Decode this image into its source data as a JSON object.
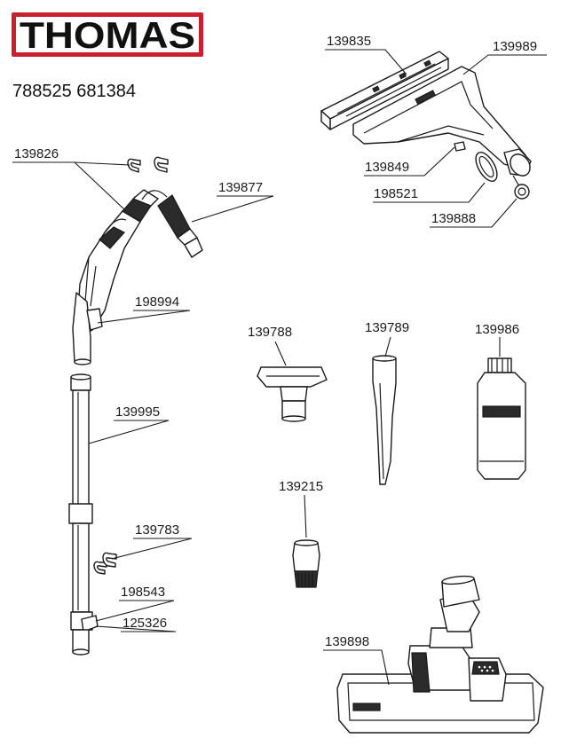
{
  "brand": {
    "logo_text": "THOMAS",
    "logo_color": "#c8202f"
  },
  "model_numbers": "788525 681384",
  "parts": {
    "p139835": "139835",
    "p139989": "139989",
    "p139849": "139849",
    "p198521": "198521",
    "p139888": "139888",
    "p139826": "139826",
    "p139877": "139877",
    "p198994": "198994",
    "p139995": "139995",
    "p139783": "139783",
    "p198543": "198543",
    "p125326": "125326",
    "p139788": "139788",
    "p139789": "139789",
    "p139986": "139986",
    "p139215": "139215",
    "p139898": "139898"
  }
}
